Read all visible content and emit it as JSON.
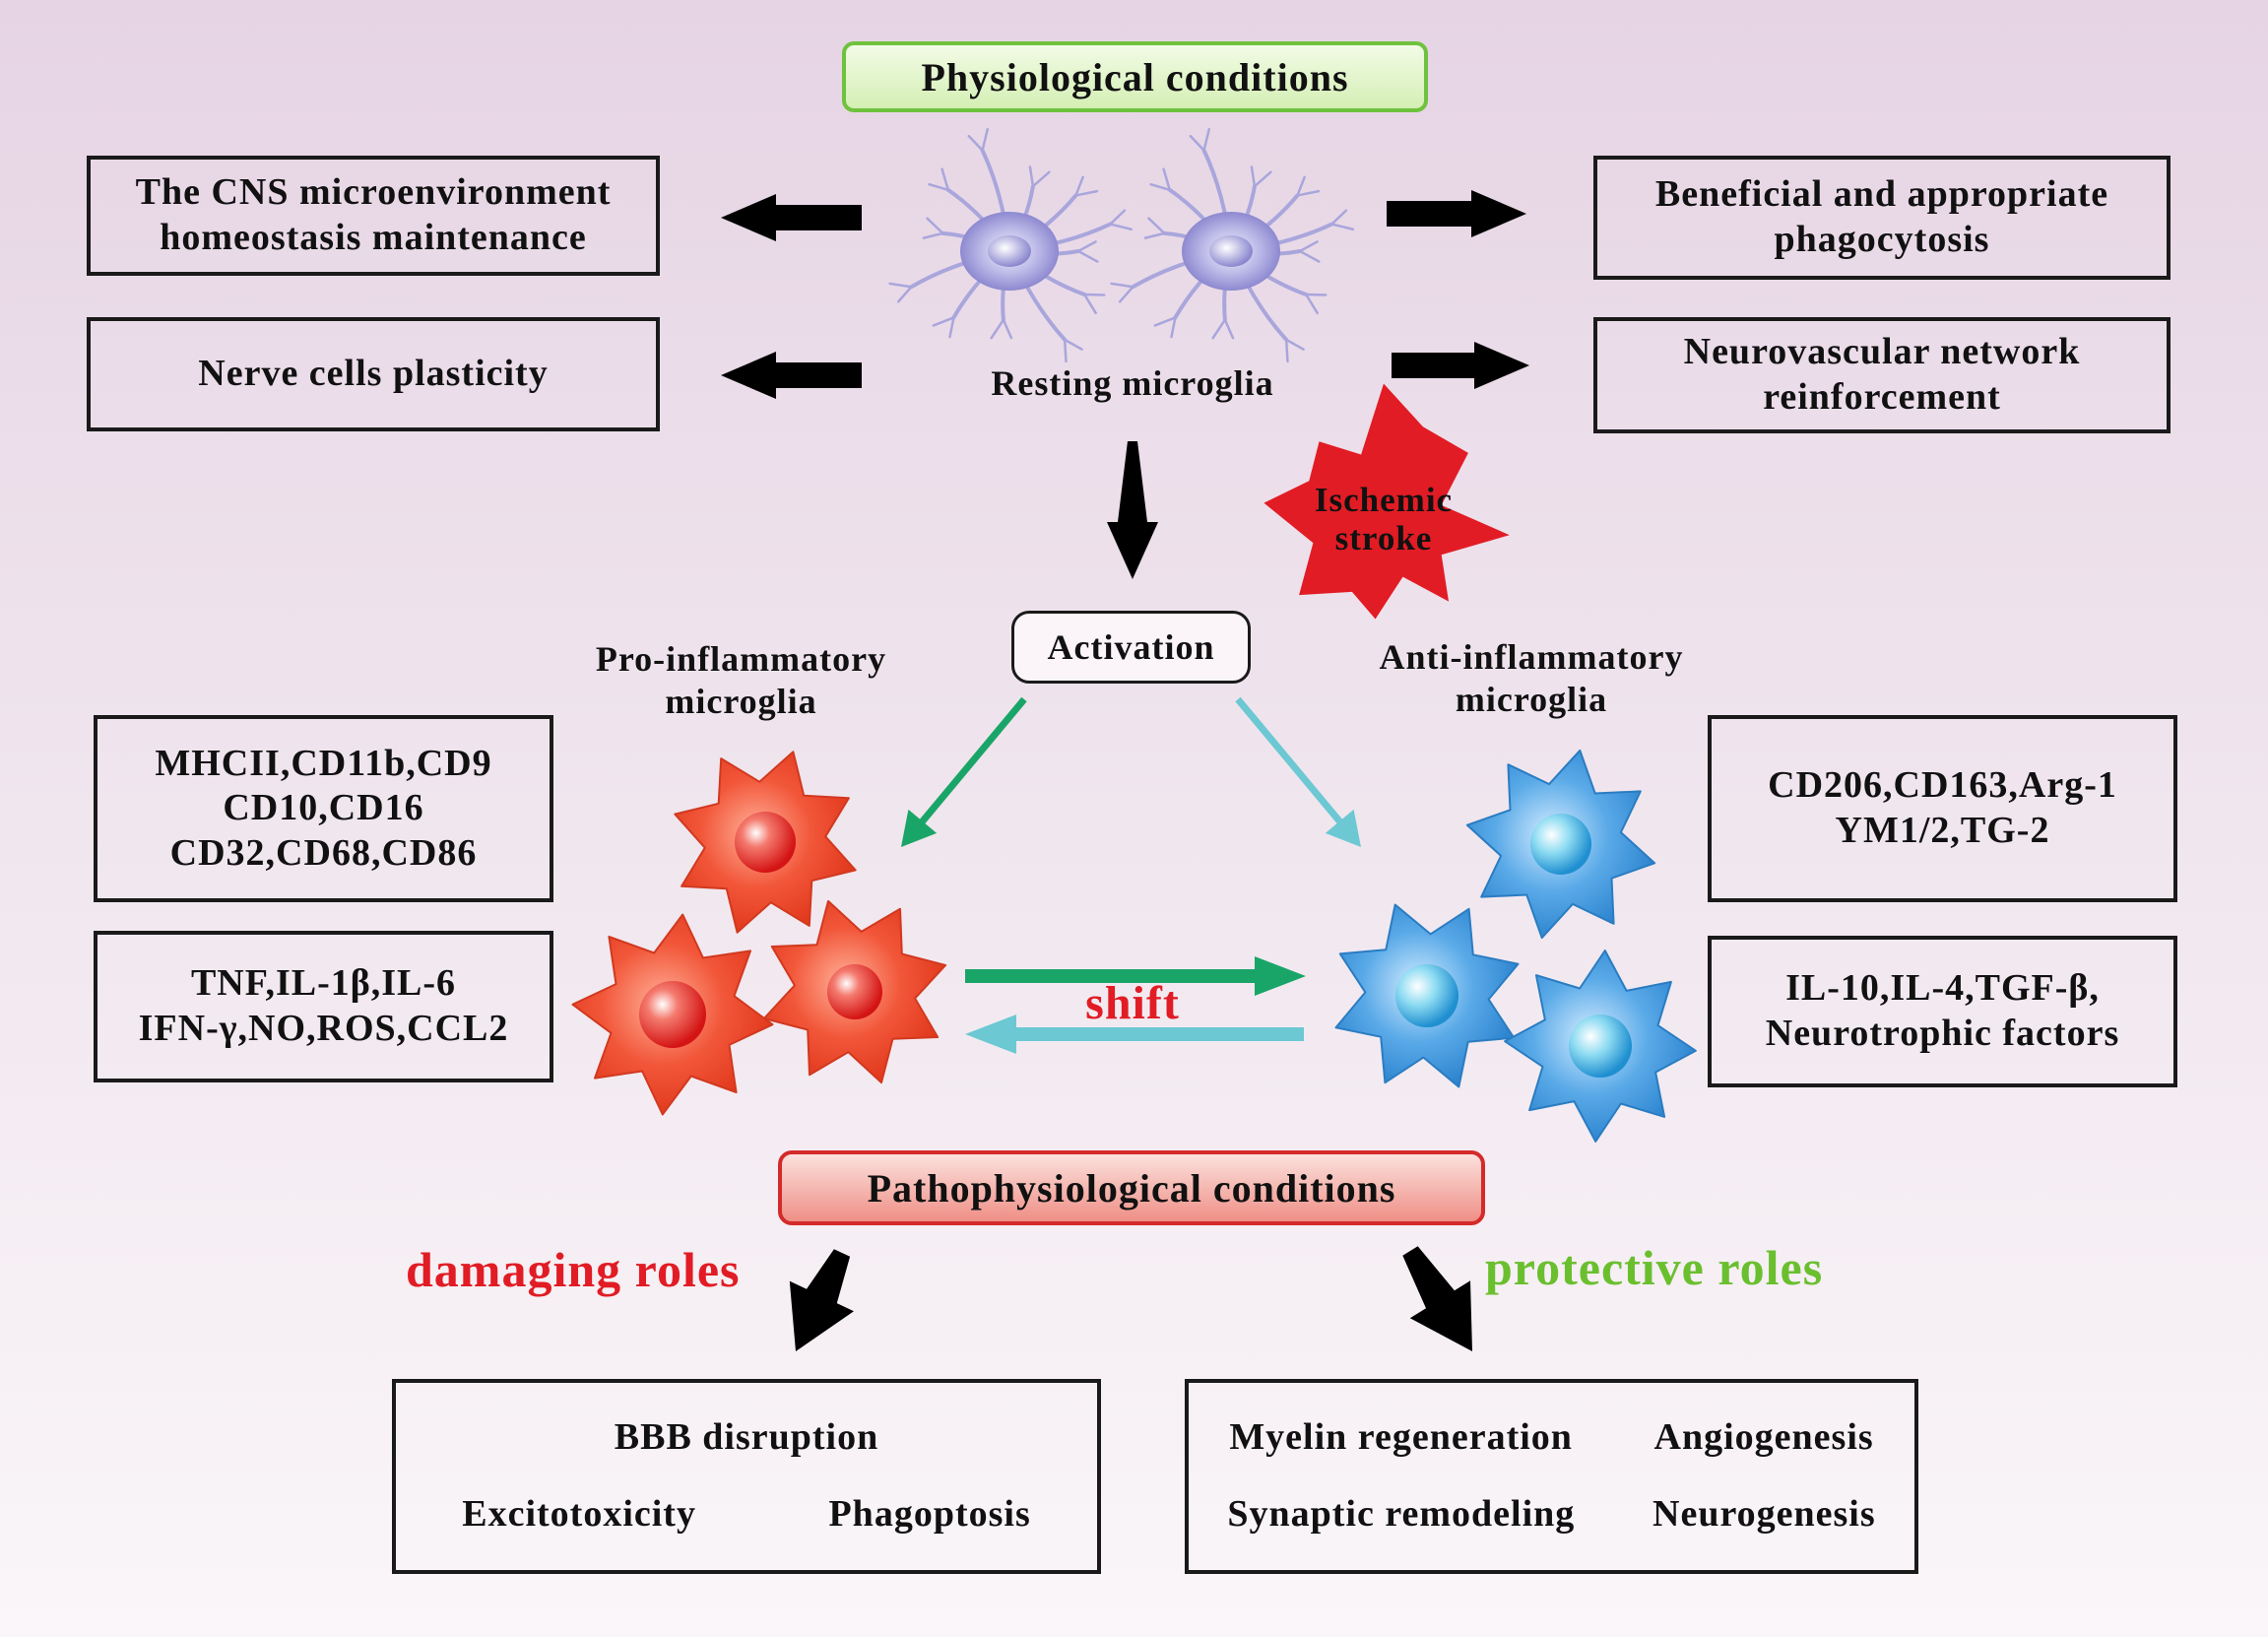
{
  "header": {
    "physiological": "Physiological conditions"
  },
  "resting": {
    "label": "Resting microglia"
  },
  "top_left_boxes": {
    "cns": [
      "The CNS microenvironment",
      "homeostasis maintenance"
    ],
    "plasticity": "Nerve cells plasticity"
  },
  "top_right_boxes": {
    "phagocytosis": [
      "Beneficial and appropriate",
      "phagocytosis"
    ],
    "neurovascular": [
      "Neurovascular network",
      "reinforcement"
    ]
  },
  "stroke": {
    "line1": "Ischemic",
    "line2": "stroke"
  },
  "activation": {
    "label": "Activation"
  },
  "pro": {
    "title": [
      "Pro-inflammatory",
      "microglia"
    ],
    "markers": [
      "MHCII,CD11b,CD9",
      "CD10,CD16",
      "CD32,CD68,CD86"
    ],
    "cytokines": [
      "TNF,IL-1β,IL-6",
      "IFN-γ,NO,ROS,CCL2"
    ]
  },
  "anti": {
    "title": [
      "Anti-inflammatory",
      "microglia"
    ],
    "markers": [
      "CD206,CD163,Arg-1",
      "YM1/2,TG-2"
    ],
    "cytokines": [
      "IL-10,IL-4,TGF-β,",
      "Neurotrophic factors"
    ]
  },
  "shift": {
    "label": "shift"
  },
  "patho": {
    "label": "Pathophysiological conditions"
  },
  "roles": {
    "damaging": "damaging roles",
    "protective": "protective roles"
  },
  "damage_box": {
    "top": "BBB disruption",
    "left": "Excitotoxicity",
    "right": "Phagoptosis"
  },
  "protect_box": {
    "row1": [
      "Myelin regeneration",
      "Angiogenesis"
    ],
    "row2": [
      "Synaptic remodeling",
      "Neurogenesis"
    ]
  },
  "colors": {
    "pro_cell": "#ee4a2c",
    "anti_cell": "#3b94d8",
    "resting_cell": "#a9a6dc",
    "green_arrow": "#1aa568",
    "cyan_arrow": "#6cc8d3",
    "stroke_star": "#e11c24",
    "damaging_text": "#e11c24",
    "protective_text": "#6abf2e"
  }
}
